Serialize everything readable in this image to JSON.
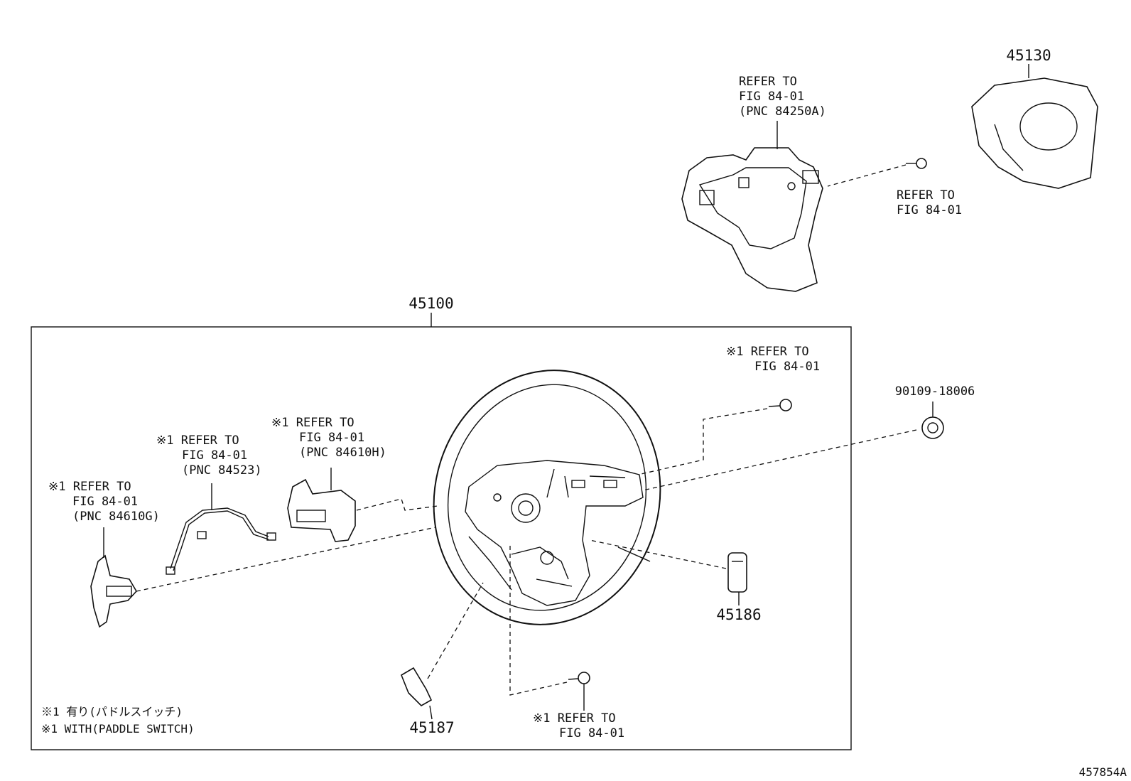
{
  "diagram": {
    "figure_id": "457854A",
    "assembly_box_label": "45100",
    "parts": {
      "p45130": "45130",
      "p45186": "45186",
      "p45187": "45187",
      "p90109": "90109-18006"
    },
    "refs": {
      "switch_top": [
        "REFER TO",
        "FIG 84-01",
        "(PNC 84250A)"
      ],
      "bolt_top": [
        "REFER TO",
        "FIG 84-01"
      ],
      "bolt_right": [
        "※1 REFER TO",
        "FIG 84-01"
      ],
      "paddle_h": [
        "※1 REFER TO",
        "FIG 84-01",
        "(PNC 84610H)"
      ],
      "wire": [
        "※1 REFER TO",
        "FIG 84-01",
        "(PNC 84523)"
      ],
      "paddle_g": [
        "※1 REFER TO",
        "FIG 84-01",
        "(PNC 84610G)"
      ],
      "bolt_bottom": [
        "※1 REFER TO",
        "FIG 84-01"
      ]
    },
    "notes": [
      "※1 有り(パドルスイッチ)",
      "※1 WITH(PADDLE SWITCH)"
    ]
  }
}
